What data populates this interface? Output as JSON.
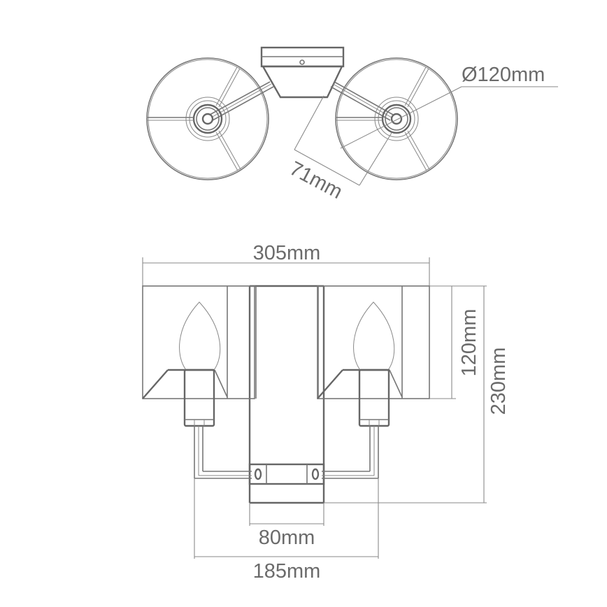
{
  "diagram": {
    "type": "technical-drawing",
    "subject": "twin-arm wall light with shades",
    "colors": {
      "line": "#666666",
      "dimension_text": "#6b6b6b",
      "background": "#ffffff"
    },
    "top_view": {
      "shade_diameter_label": "Ø120mm",
      "arm_projection_label": "71mm"
    },
    "front_view": {
      "overall_width_label": "305mm",
      "shade_height_label": "120mm",
      "overall_height_label": "230mm",
      "backplate_width_label": "80mm",
      "arm_span_label": "185mm"
    }
  }
}
